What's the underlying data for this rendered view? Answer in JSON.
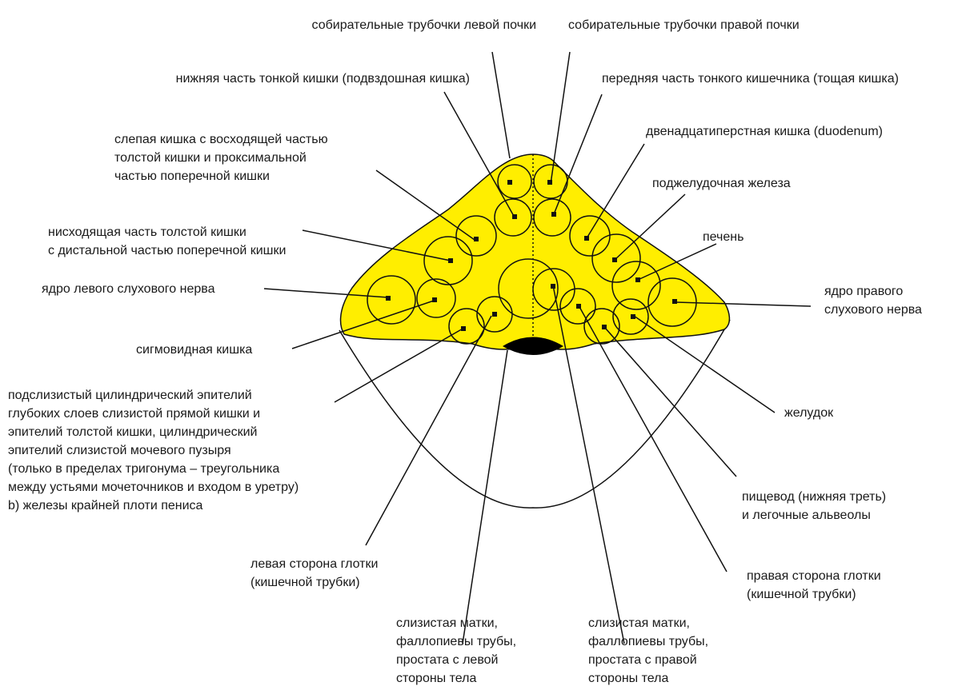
{
  "labels": {
    "collecting_ducts_left_kidney": "собирательные трубочки левой почки",
    "collecting_ducts_right_kidney": "собирательные трубочки правой почки",
    "ileum": "нижняя часть тонкой кишки (подвздошная кишка)",
    "jejunum": "передняя часть тонкого кишечника (тощая кишка)",
    "cecum": "слепая кишка с восходящей частью\nтолстой кишки и проксимальной\nчастью поперечной кишки",
    "duodenum": "двенадцатиперстная кишка (duodenum)",
    "pancreas": "поджелудочная железа",
    "descending_colon": "нисходящая часть толстой кишки\nс дистальной частью поперечной кишки",
    "liver": "печень",
    "left_acoustic_nerve": "ядро левого слухового нерва",
    "right_acoustic_nerve": "ядро правого\nслухового нерва",
    "sigmoid": "сигмовидная кишка",
    "rectum_bladder": "подслизистый цилиндрический эпителий\nглубоких слоев слизистой прямой кишки и\nэпителий толстой кишки, цилиндрический\nэпителий слизистой мочевого пузыря\n(только в пределах тригонума – треугольника\nмежду устьями мочеточников и входом в уретру)\nb) железы крайней плоти пениса",
    "stomach": "желудок",
    "esophagus": "пищевод (нижняя треть)\nи легочные альвеолы",
    "left_pharynx": "левая сторона глотки\n(кишечной трубки)",
    "right_pharynx": "правая сторона глотки\n(кишечной трубки)",
    "uterus_left": "слизистая матки,\nфаллопиевы трубы,\nпростата с левой\nстороны тела",
    "uterus_right": "слизистая матки,\nфаллопиевы трубы,\nпростата с правой\nстороны тела"
  },
  "colors": {
    "fill": "#ffee00",
    "stroke": "#111111",
    "text": "#1a1a1a"
  }
}
